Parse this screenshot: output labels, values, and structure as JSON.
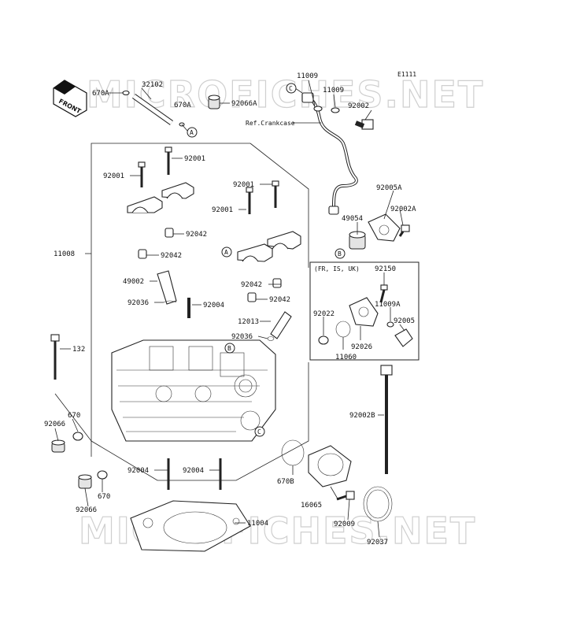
{
  "diagram_code": "E1111",
  "watermark": "MICROFICHES.NET",
  "front_label": "FRONT",
  "ref_text": "Ref.Crankcase",
  "region_box_label": "(FR, IS, UK)",
  "callouts": {
    "A": "A",
    "B": "B",
    "C": "C"
  },
  "parts": [
    "670A",
    "32102",
    "670A",
    "92066A",
    "11009",
    "11009",
    "92002",
    "92001",
    "92001",
    "92001",
    "92001",
    "92042",
    "92042",
    "11008",
    "49002",
    "92036",
    "92004",
    "92042",
    "92042",
    "12013",
    "92036",
    "92005A",
    "92002A",
    "49054",
    "92150",
    "11009A",
    "92022",
    "92005",
    "92026",
    "11060",
    "132",
    "670",
    "92066",
    "92002B",
    "670B",
    "16065",
    "92004",
    "92004",
    "670",
    "92066",
    "11004",
    "92009",
    "92037"
  ]
}
